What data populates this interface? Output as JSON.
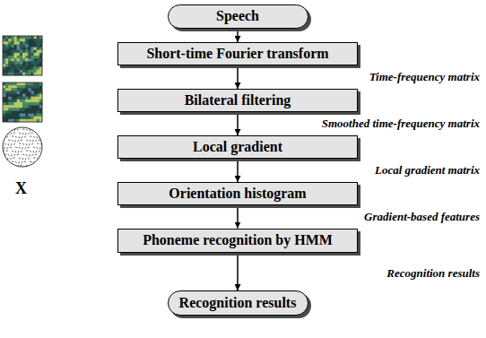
{
  "diagram": {
    "nodes": [
      {
        "text": [
          "Speech"
        ]
      },
      {
        "text": [
          "Short-time Fourier transform"
        ]
      },
      {
        "text": [
          "Bilateral filtering"
        ]
      },
      {
        "text": [
          "Local gradient"
        ]
      },
      {
        "text": [
          "Orientation histogram"
        ]
      },
      {
        "text": [
          "Phoneme recognition by HMM"
        ]
      },
      {
        "text": [
          "Recognition results"
        ]
      }
    ],
    "edges": [
      {
        "from": 0,
        "to": 1,
        "arrow": "to"
      },
      {
        "from": 1,
        "to": 2,
        "arrow": "to",
        "label": "Time-frequency matrix"
      },
      {
        "from": 2,
        "to": 3,
        "arrow": "to",
        "label": "Smoothed time-frequency matrix"
      },
      {
        "from": 3,
        "to": 4,
        "arrow": "to",
        "label": "Local gradient matrix"
      },
      {
        "from": 4,
        "to": 5,
        "arrow": "to",
        "label": "Gradient-based features"
      },
      {
        "from": 5,
        "to": 6,
        "arrow": "to",
        "label": "Recognition results"
      }
    ],
    "labels": [
      "X"
    ]
  }
}
